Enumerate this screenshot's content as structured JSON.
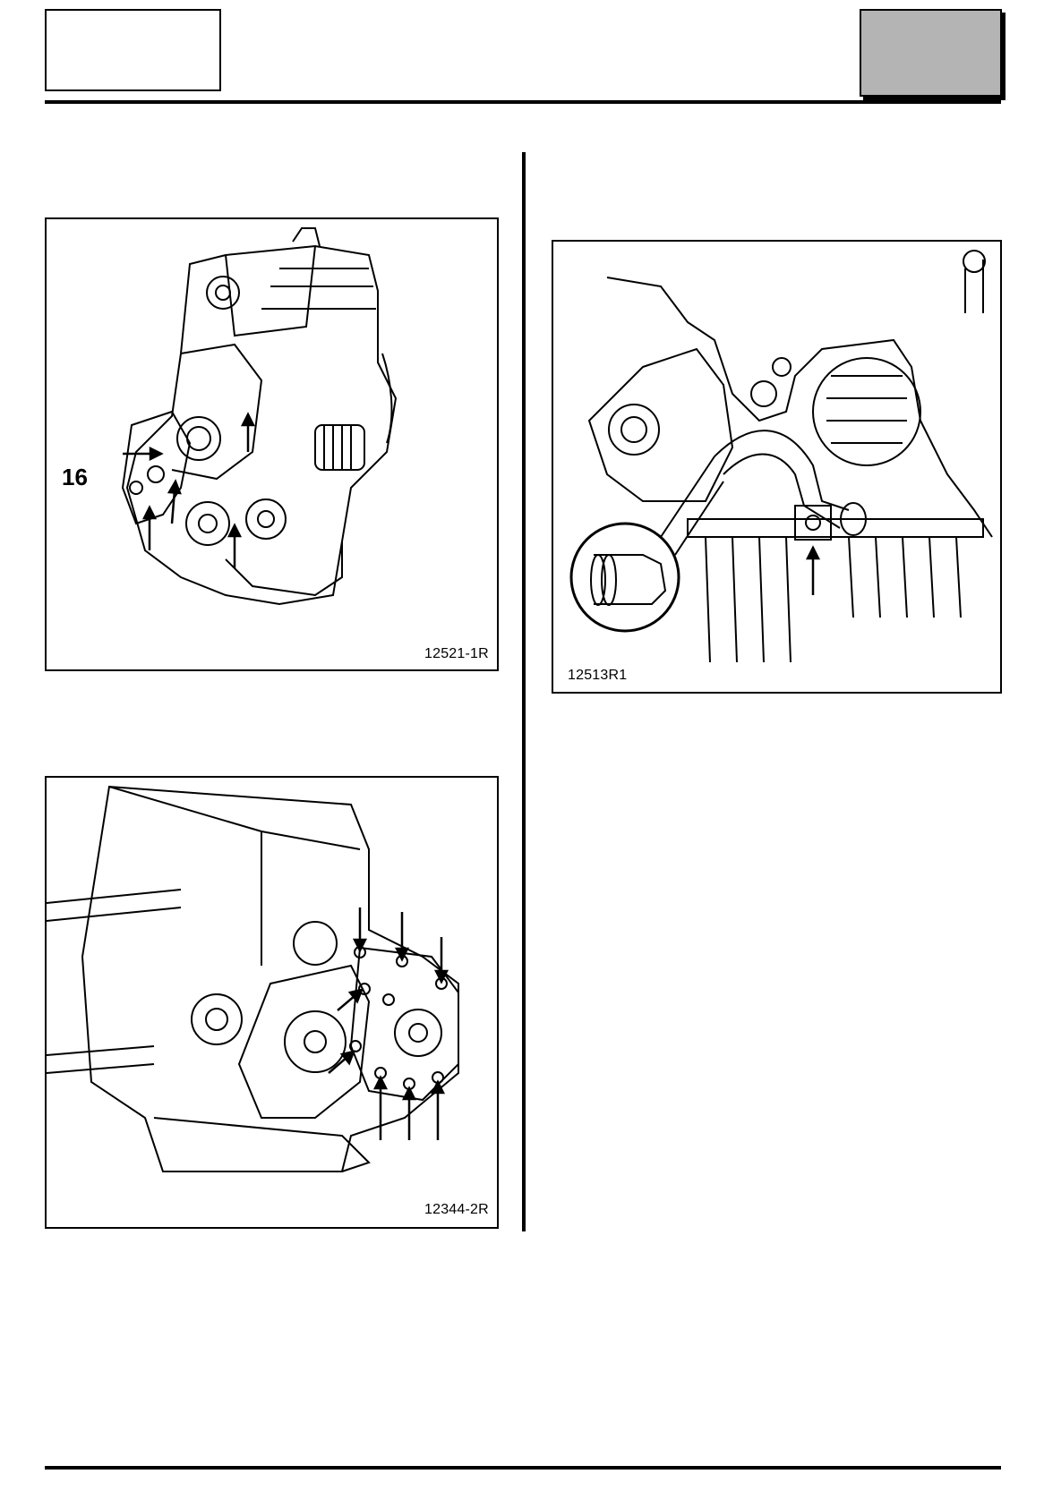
{
  "figures": [
    {
      "ref": "12521-1R",
      "callout": "16"
    },
    {
      "ref": "12513R1"
    },
    {
      "ref": "12344-2R"
    }
  ],
  "colors": {
    "ink": "#000000",
    "header_fill": "#b4b4b4"
  }
}
